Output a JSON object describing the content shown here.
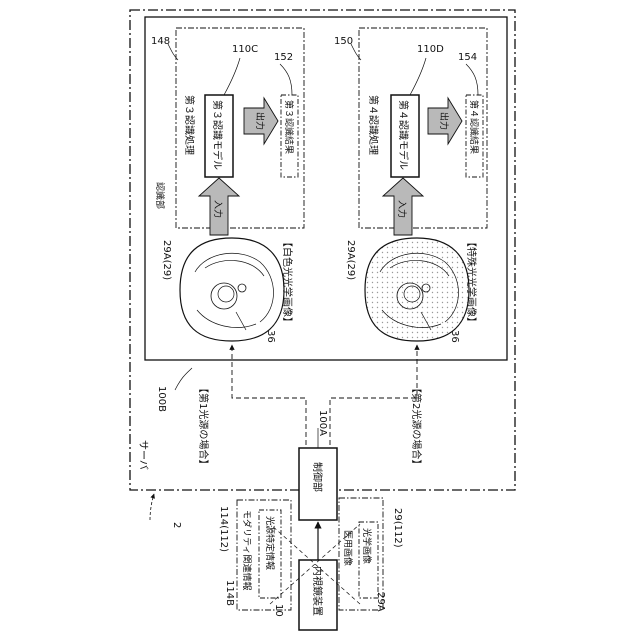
{
  "figure": {
    "ref_system": "2",
    "server": {
      "label": "サーバ",
      "ref": "100B"
    },
    "control_unit": {
      "label": "制御部",
      "ref": "100A"
    },
    "endoscope": {
      "label": "内視鏡装置",
      "ref": "10"
    },
    "modality_info": {
      "label": "モダリティ関連情報",
      "ref": "114(112)"
    },
    "light_source_info": {
      "label": "光源特定情報",
      "ref": "114B"
    },
    "medical_image": {
      "label": "医用画像",
      "ref": "29(112)"
    },
    "optical_image_box": {
      "label": "光学画像",
      "ref": "29A"
    },
    "case1": {
      "label": "【第1光源の場合】"
    },
    "case2": {
      "label": "【第2光源の場合】"
    },
    "recognition_unit": {
      "label": "認識部"
    },
    "upper": {
      "processing_box_ref": "148",
      "processing_label": "第３認識処理",
      "model_label": "第３認識モデル",
      "model_ref": "110C",
      "input_label": "入力",
      "output_label": "出力",
      "result_label": "第３認識結果",
      "result_ref": "152",
      "image_label": "【白色光光学画像】",
      "image_ref": "29A(29)",
      "lesion_ref": "36"
    },
    "lower": {
      "processing_box_ref": "150",
      "processing_label": "第４認識処理",
      "model_label": "第４認識モデル",
      "model_ref": "110D",
      "input_label": "入力",
      "output_label": "出力",
      "result_label": "第４認識結果",
      "result_ref": "154",
      "image_label": "【特殊光光学画像】",
      "image_ref": "29A(29)",
      "lesion_ref": "36"
    }
  },
  "colors": {
    "line": "#111111",
    "arrow_fill": "#b9b9b9",
    "dots": "#9a9a9a"
  }
}
